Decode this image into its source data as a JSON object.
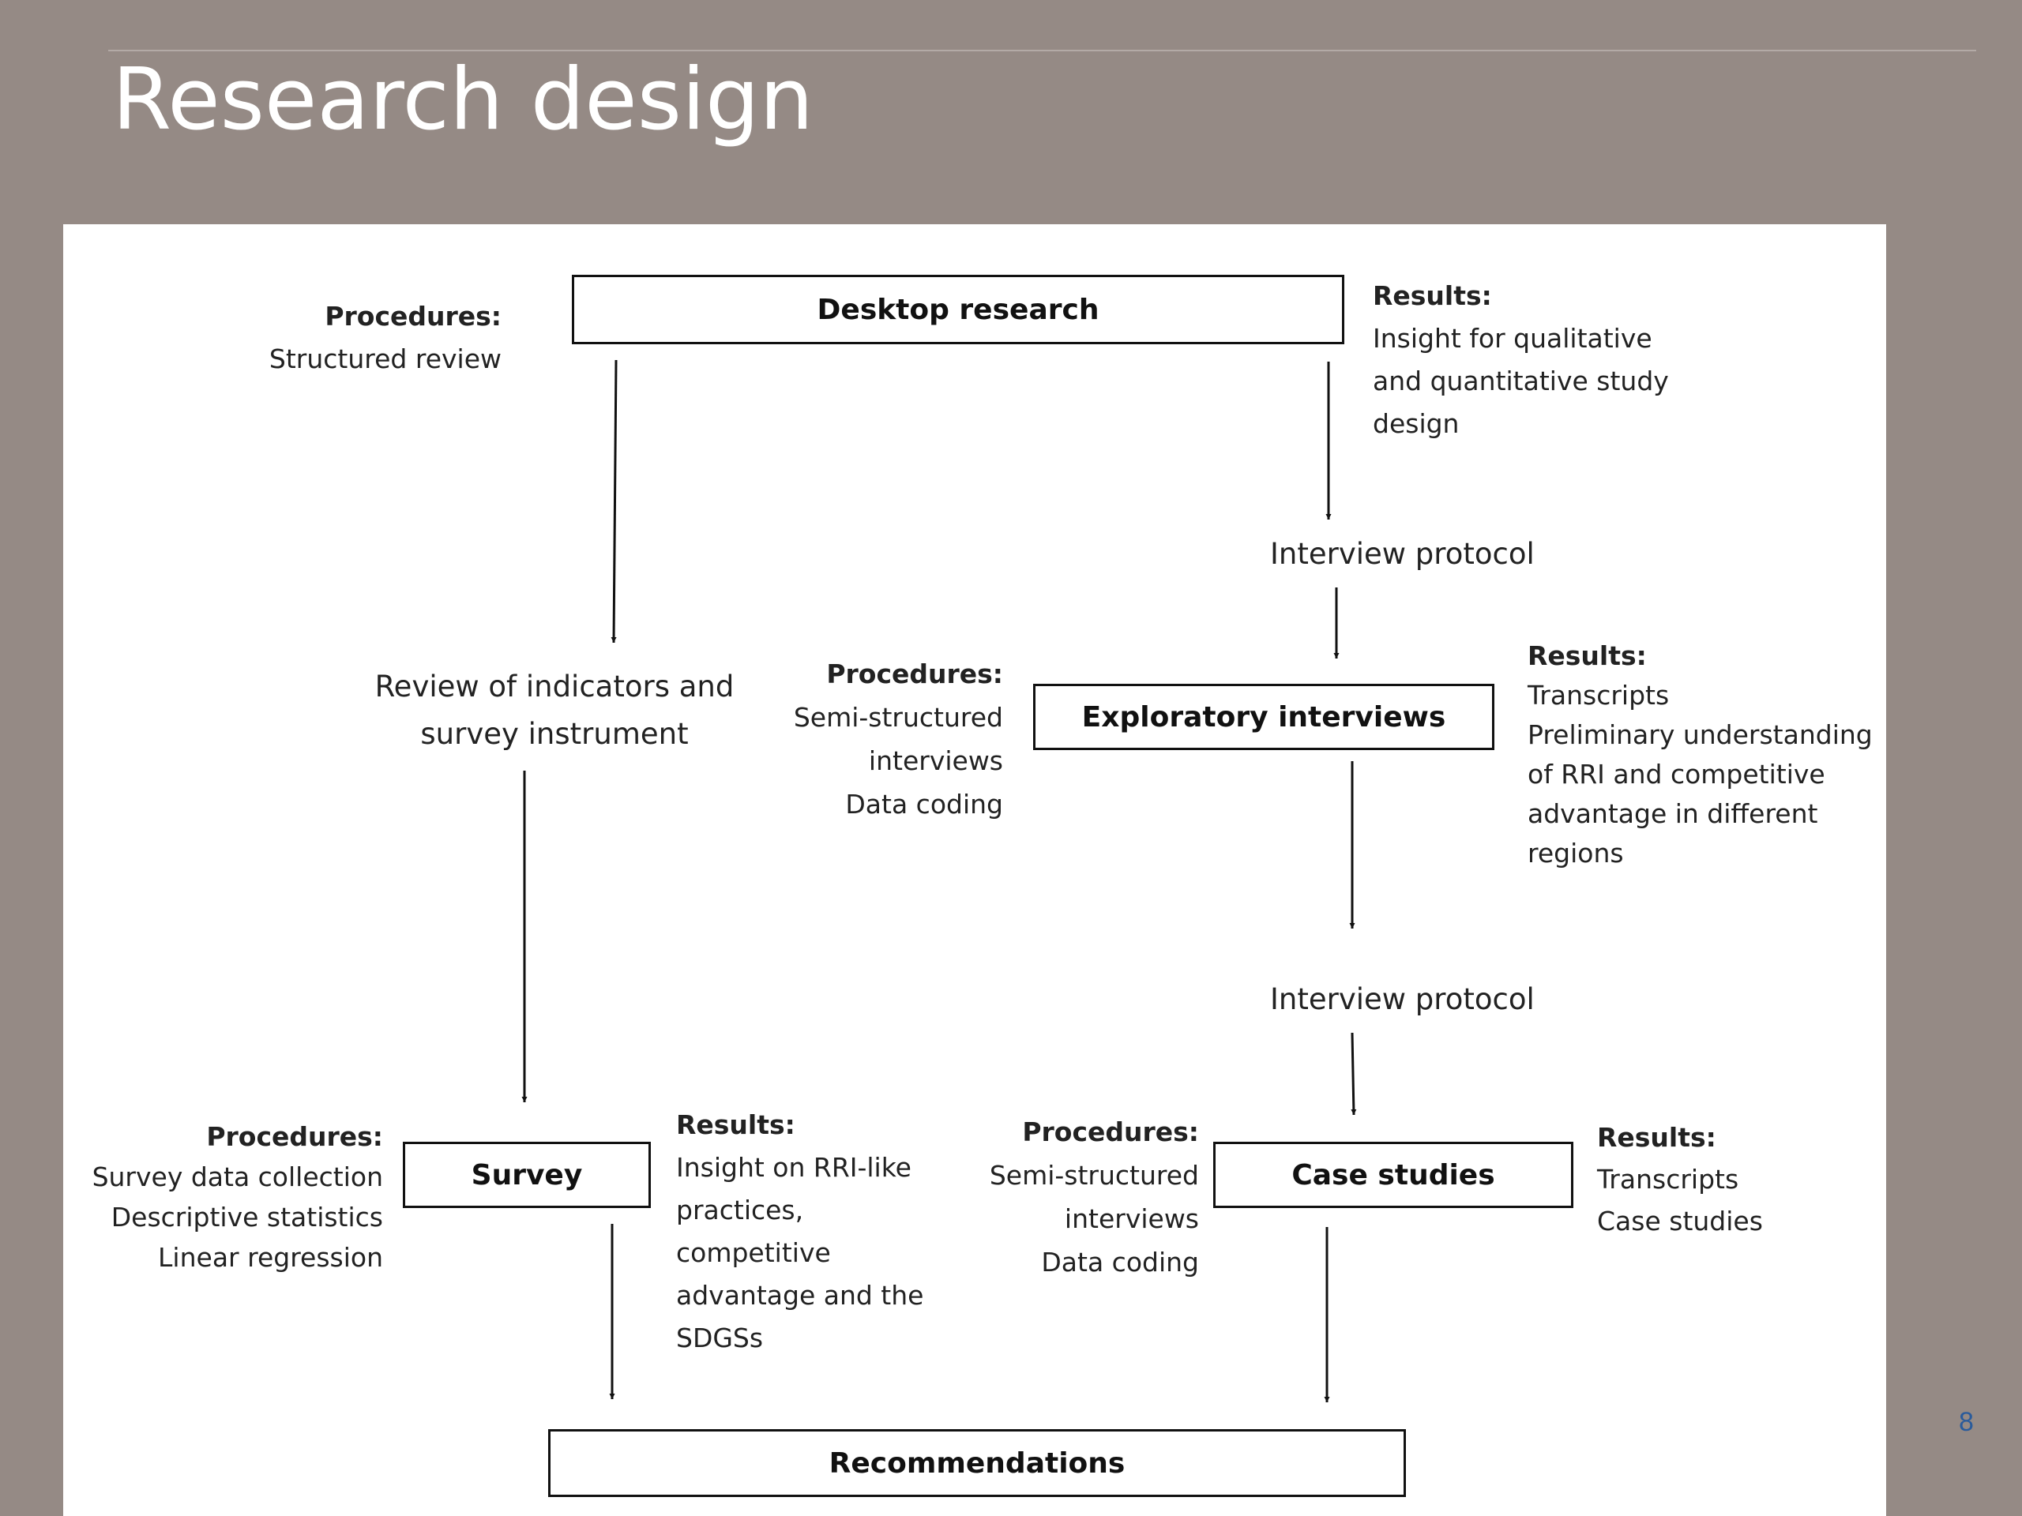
{
  "slide": {
    "title": "Research design",
    "page_number": "8"
  },
  "diagram": {
    "boxes": {
      "desktop_research": "Desktop research",
      "exploratory_interviews": "Exploratory interviews",
      "survey": "Survey",
      "case_studies": "Case studies",
      "recommendations": "Recommendations"
    },
    "labels": {
      "interview_protocol_1": "Interview protocol",
      "interview_protocol_2": "Interview protocol",
      "review_line1": "Review of indicators and",
      "review_line2": "survey instrument"
    },
    "desktop_procedures": {
      "heading": "Procedures:",
      "items": [
        "Structured review"
      ]
    },
    "desktop_results": {
      "heading": "Results:",
      "items": [
        "Insight for qualitative",
        "and quantitative study",
        "design"
      ]
    },
    "exploratory_procedures": {
      "heading": "Procedures:",
      "items": [
        "Semi-structured",
        "interviews",
        "Data coding"
      ]
    },
    "exploratory_results": {
      "heading": "Results:",
      "items": [
        "Transcripts",
        "Preliminary understanding",
        "of RRI and competitive",
        "advantage in different",
        "regions"
      ]
    },
    "survey_procedures": {
      "heading": "Procedures:",
      "items": [
        "Survey data collection",
        "Descriptive statistics",
        "Linear regression"
      ]
    },
    "survey_results": {
      "heading": "Results:",
      "items": [
        "Insight on RRI-like",
        "practices,",
        "competitive",
        "advantage and the",
        "SDGSs"
      ]
    },
    "case_procedures": {
      "heading": "Procedures:",
      "items": [
        "Semi-structured",
        "interviews",
        "Data coding"
      ]
    },
    "case_results": {
      "heading": "Results:",
      "items": [
        "Transcripts",
        "Case studies"
      ]
    }
  }
}
